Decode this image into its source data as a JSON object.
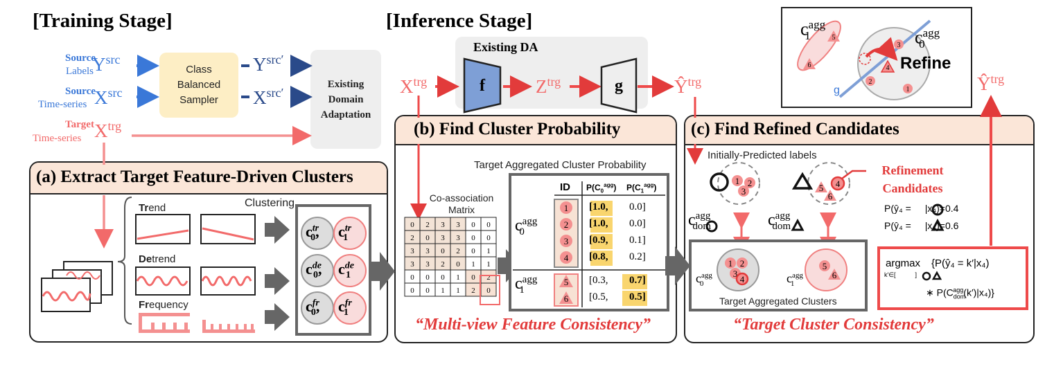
{
  "training": {
    "title": "[Training Stage]",
    "source_labels": {
      "top": "Source",
      "bottom": "Labels",
      "var": "Y",
      "sup": "src"
    },
    "source_ts": {
      "top": "Source",
      "bottom": "Time-series",
      "var": "X",
      "sup": "src"
    },
    "target_ts": {
      "top": "Target",
      "bottom": "Time-series",
      "var": "X",
      "sup": "trg"
    },
    "sampler": "Class Balanced Sampler",
    "out_y": {
      "var": "Y",
      "sup": "src′"
    },
    "out_x": {
      "var": "X",
      "sup": "src′"
    },
    "existing_da": "Existing Domain Adaptation"
  },
  "inference": {
    "title": "[Inference Stage]",
    "box_title": "Existing DA",
    "x": {
      "var": "X",
      "sup": "trg"
    },
    "f": "f",
    "z": {
      "var": "Z",
      "sup": "trg"
    },
    "g": "g",
    "yhat": {
      "var": "Ŷ",
      "sup": "trg"
    }
  },
  "refine_inset": {
    "c1": "c",
    "c1_sup": "agg",
    "c1_sub": "1",
    "c0": "c",
    "c0_sup": "agg",
    "c0_sub": "0",
    "refine": "Refine",
    "g": "g",
    "points": [
      "5",
      "6",
      "3",
      "4",
      "2",
      "1"
    ]
  },
  "output_yhat": {
    "var": "Ŷ",
    "sup": "trg"
  },
  "panel_a": {
    "title": "(a) Extract Target Feature-Driven Clusters",
    "clustering": "Clustering",
    "trend": {
      "bold": "Tr",
      "rest": "end"
    },
    "detrend": {
      "bold": "De",
      "rest": "trend"
    },
    "frequency": {
      "bold": "Fr",
      "rest": "equency"
    },
    "clusters": {
      "tr": "tr",
      "de": "de",
      "fr": "fr",
      "c": "c",
      "i0": "0",
      "i1": "1"
    }
  },
  "panel_b": {
    "title": "(b) Find Cluster Probability",
    "coassoc": "Co-association Matrix",
    "matrix": [
      [
        "0",
        "2",
        "3",
        "3",
        "0",
        "0"
      ],
      [
        "2",
        "0",
        "3",
        "3",
        "0",
        "0"
      ],
      [
        "3",
        "3",
        "0",
        "2",
        "0",
        "1"
      ],
      [
        "3",
        "3",
        "2",
        "0",
        "1",
        "1"
      ],
      [
        "0",
        "0",
        "0",
        "1",
        "0",
        "2"
      ],
      [
        "0",
        "0",
        "1",
        "1",
        "2",
        "0"
      ]
    ],
    "table_caption": "Target Aggregated  Cluster Probability",
    "col_id": "ID",
    "col_p0": "P(C",
    "col_p1": "P(C",
    "c0": "c",
    "c0_sup": "agg",
    "c0_sub": "0",
    "c1": "c",
    "c1_sup": "agg",
    "c1_sub": "1",
    "ids": [
      "1",
      "2",
      "3",
      "4",
      "5",
      "6"
    ],
    "p0": [
      "[1.0,",
      "[1.0,",
      "[0.9,",
      "[0.8,",
      "[0.3,",
      "[0.5,"
    ],
    "p1": [
      "0.0]",
      "0.0]",
      "0.1]",
      "0.2]",
      "0.7]",
      "0.5]"
    ],
    "consistency": "“Multi-view Feature Consistency”"
  },
  "panel_c": {
    "title": "(c) Find Refined Candidates",
    "init_labels": "Initially-Predicted labels",
    "refinement": "Refinement Candidates",
    "prob1": "P(ŷ₄ =",
    "prob1_end": "|x₄)=0.4",
    "prob2": "P(ŷ₄ =",
    "prob2_end": "|x₄)=0.6",
    "cdom": "c",
    "cdom_sup": "agg",
    "cdom_sub": "dom",
    "clusters_caption": "Target Aggregated Clusters",
    "argmax": "argmax",
    "argmax_sub": "k′∈[",
    "argmax_term1": "{P(ŷ₄ = k′|x₄)",
    "argmax_term2": "∗ P(C",
    "argmax_term2_end": "(k′)|x₄)}",
    "consistency": "“Target Cluster Consistency”",
    "c0": "c",
    "c0_sup": "agg",
    "c0_sub": "0",
    "c1": "c",
    "c1_sup": "agg",
    "c1_sub": "1"
  },
  "colors": {
    "blue": "#3a78d8",
    "navy": "#2a4a8a",
    "pink": "#f26a6a",
    "red": "#e23b3b",
    "header": "#fbe6d8",
    "highlight": "#f9d56e",
    "f_box": "#7e9fd6"
  }
}
